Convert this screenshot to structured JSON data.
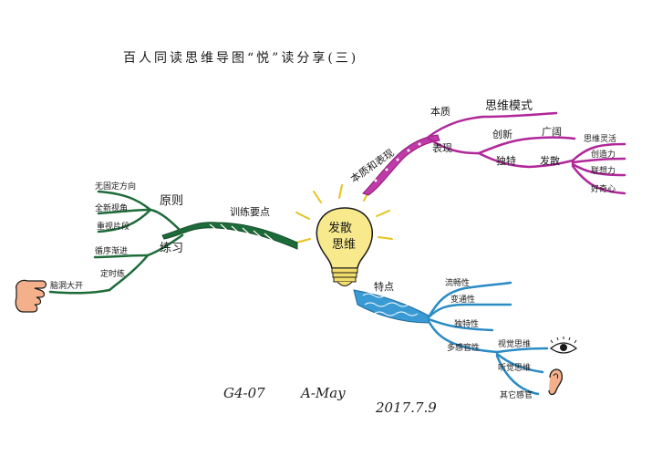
{
  "title": "百人同读思维导图“悦”读分享(三)",
  "center": {
    "line1": "发散",
    "line2": "思维"
  },
  "left_branch": {
    "root": "训练要点",
    "groups": [
      {
        "label": "原则",
        "items": [
          "无固定方向",
          "全新视角",
          "重视片段"
        ]
      },
      {
        "label": "练习",
        "items": [
          "循序渐进"
        ]
      }
    ],
    "extra": {
      "label": "定时练",
      "item": "脑洞大开"
    }
  },
  "right_top_branch": {
    "root": "本质和表现",
    "sub1": {
      "label": "本质",
      "child": "思维模式"
    },
    "sub2": {
      "label": "表现",
      "children": [
        {
          "label": "创新",
          "child": "广阔"
        },
        {
          "label": "独特",
          "child": "发散",
          "leaves": [
            "思维灵活",
            "创造力",
            "联想力",
            "好奇心"
          ]
        }
      ]
    }
  },
  "right_bottom_branch": {
    "root": "特点",
    "items": [
      "流畅性",
      "变通性",
      "独特性",
      "多感官性"
    ],
    "sense": [
      "视觉思维",
      "听觉思维",
      "其它感官"
    ]
  },
  "footer": {
    "code": "G4-07",
    "author": "A-May",
    "date": "2017.7.9"
  },
  "colors": {
    "left": "#1e6b3a",
    "right_top": "#b0279a",
    "right_bottom": "#2b8bc4",
    "bulb": "#f5e27a",
    "ink": "#1a1a1a"
  },
  "icons": [
    "light-bulb-icon",
    "hand-icon",
    "eye-icon",
    "ear-icon"
  ]
}
